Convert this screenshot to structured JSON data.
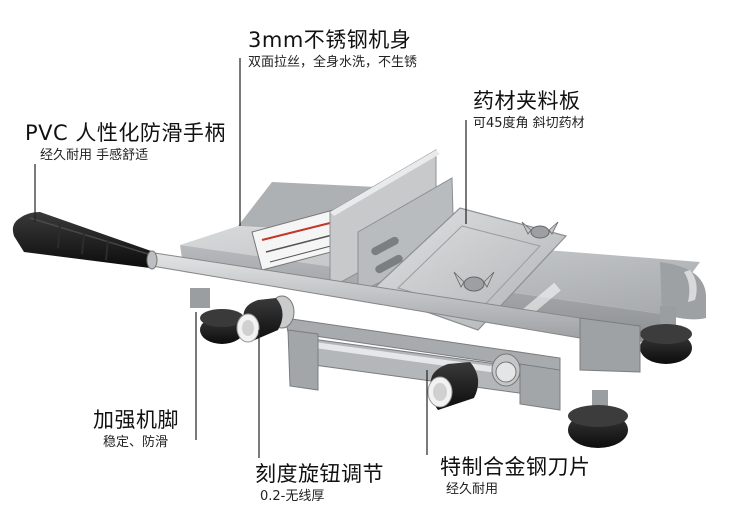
{
  "callouts": {
    "body": {
      "title": "3mm不锈钢机身",
      "subtitle": "双面拉丝，全身水洗，不生锈"
    },
    "plate": {
      "title": "药材夹料板",
      "subtitle": "可45度角 斜切药材"
    },
    "handle": {
      "title": "PVC 人性化防滑手柄",
      "subtitle": "经久耐用 手感舒适"
    },
    "feet": {
      "title": "加强机脚",
      "subtitle": "稳定、防滑"
    },
    "knob": {
      "title": "刻度旋钮调节",
      "subtitle": "0.2-无线厚"
    },
    "blade": {
      "title": "特制合金钢刀片",
      "subtitle": "经久耐用"
    }
  },
  "colors": {
    "steel": "#c9cbcd",
    "steel_dark": "#8e9194",
    "rubber": "#1a1a1a",
    "leader": "#222222"
  }
}
